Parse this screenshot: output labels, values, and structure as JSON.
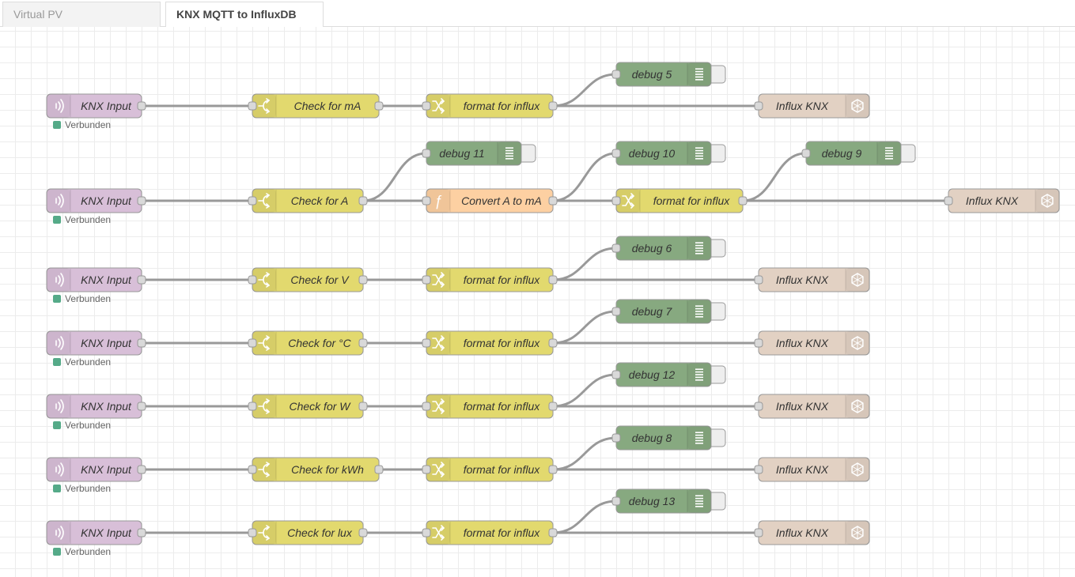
{
  "tabs": [
    {
      "label": "Virtual PV",
      "active": false
    },
    {
      "label": "KNX MQTT to InfluxDB",
      "active": true
    }
  ],
  "colors": {
    "knx": "#d8bfd8",
    "switch": "#e2d96e",
    "change": "#e2d96e",
    "function": "#fdd0a2",
    "debug": "#87a980",
    "influx": "#e2d1c3",
    "wire": "#999999",
    "status_ok": "#5a8"
  },
  "flows": [
    {
      "input": {
        "label": "KNX Input",
        "status": "Verbunden",
        "icon": "knx-signal-icon"
      },
      "check": {
        "label": "Check for mA",
        "icon": "switch-icon"
      },
      "format": {
        "label": "format for influx",
        "icon": "change-shuffle-icon"
      },
      "debug": {
        "label": "debug 5",
        "icon": "debug-list-icon"
      },
      "output": {
        "label": "Influx KNX",
        "icon": "influxdb-icon"
      }
    },
    {
      "input": {
        "label": "KNX Input",
        "status": "Verbunden",
        "icon": "knx-signal-icon"
      },
      "check": {
        "label": "Check for A",
        "icon": "switch-icon"
      },
      "check_debug": {
        "label": "debug 11",
        "icon": "debug-list-icon"
      },
      "function": {
        "label": "Convert A to mA",
        "icon": "function-icon"
      },
      "function_debug": {
        "label": "debug 10",
        "icon": "debug-list-icon"
      },
      "format": {
        "label": "format for influx",
        "icon": "change-shuffle-icon"
      },
      "debug": {
        "label": "debug 9",
        "icon": "debug-list-icon"
      },
      "output": {
        "label": "Influx KNX",
        "icon": "influxdb-icon"
      }
    },
    {
      "input": {
        "label": "KNX Input",
        "status": "Verbunden",
        "icon": "knx-signal-icon"
      },
      "check": {
        "label": "Check for V",
        "icon": "switch-icon"
      },
      "format": {
        "label": "format for influx",
        "icon": "change-shuffle-icon"
      },
      "debug": {
        "label": "debug 6",
        "icon": "debug-list-icon"
      },
      "output": {
        "label": "Influx KNX",
        "icon": "influxdb-icon"
      }
    },
    {
      "input": {
        "label": "KNX Input",
        "status": "Verbunden",
        "icon": "knx-signal-icon"
      },
      "check": {
        "label": "Check for °C",
        "icon": "switch-icon"
      },
      "format": {
        "label": "format for influx",
        "icon": "change-shuffle-icon"
      },
      "debug": {
        "label": "debug 7",
        "icon": "debug-list-icon"
      },
      "output": {
        "label": "Influx KNX",
        "icon": "influxdb-icon"
      }
    },
    {
      "input": {
        "label": "KNX Input",
        "status": "Verbunden",
        "icon": "knx-signal-icon"
      },
      "check": {
        "label": "Check for W",
        "icon": "switch-icon"
      },
      "format": {
        "label": "format for influx",
        "icon": "change-shuffle-icon"
      },
      "debug": {
        "label": "debug 12",
        "icon": "debug-list-icon"
      },
      "output": {
        "label": "Influx KNX",
        "icon": "influxdb-icon"
      }
    },
    {
      "input": {
        "label": "KNX Input",
        "status": "Verbunden",
        "icon": "knx-signal-icon"
      },
      "check": {
        "label": "Check for kWh",
        "icon": "switch-icon"
      },
      "format": {
        "label": "format for influx",
        "icon": "change-shuffle-icon"
      },
      "debug": {
        "label": "debug 8",
        "icon": "debug-list-icon"
      },
      "output": {
        "label": "Influx KNX",
        "icon": "influxdb-icon"
      }
    },
    {
      "input": {
        "label": "KNX Input",
        "status": "Verbunden",
        "icon": "knx-signal-icon"
      },
      "check": {
        "label": "Check for lux",
        "icon": "switch-icon"
      },
      "format": {
        "label": "format for influx",
        "icon": "change-shuffle-icon"
      },
      "debug": {
        "label": "debug 13",
        "icon": "debug-list-icon"
      },
      "output": {
        "label": "Influx KNX",
        "icon": "influxdb-icon"
      }
    }
  ]
}
